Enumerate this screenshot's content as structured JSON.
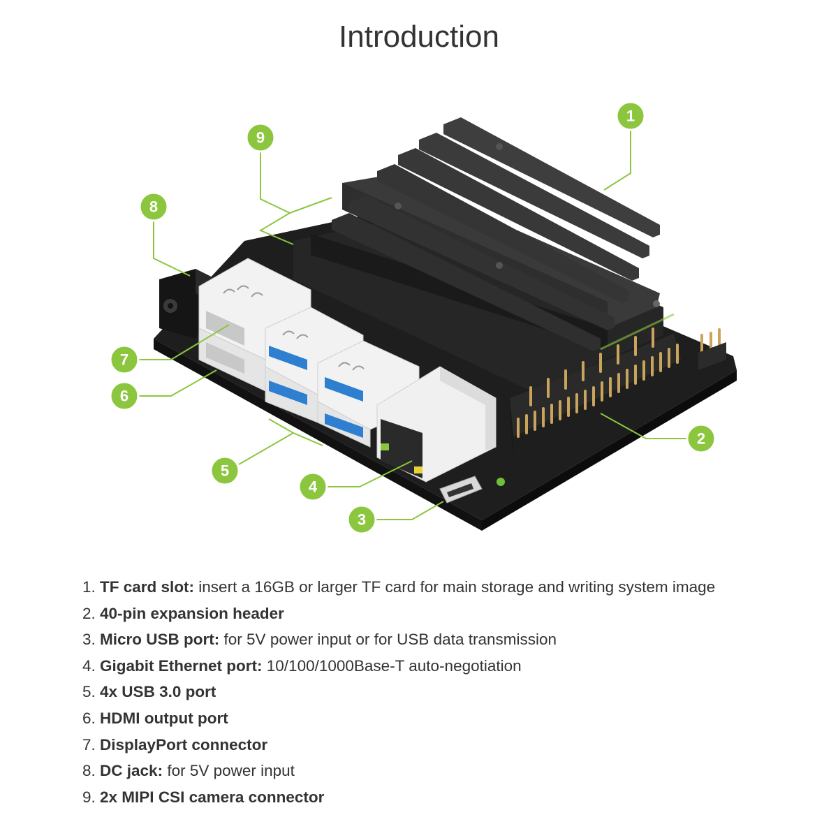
{
  "title": "Introduction",
  "callouts": [
    "1",
    "2",
    "3",
    "4",
    "5",
    "6",
    "7",
    "8",
    "9"
  ],
  "colors": {
    "accent": "#8cc63f",
    "heatsink": "#2c2c2c",
    "board": "#1e1e1e",
    "usb_blue": "#2f7fd1",
    "port_silver": "#e6e6e6"
  },
  "features": [
    {
      "num": "1.",
      "name": "TF card slot:",
      "desc": " insert a 16GB or larger TF card for main storage and writing system image"
    },
    {
      "num": "2.",
      "name": "40-pin expansion header",
      "desc": ""
    },
    {
      "num": "3.",
      "name": "Micro USB port:",
      "desc": " for 5V power input or for USB data transmission"
    },
    {
      "num": "4.",
      "name": "Gigabit Ethernet port:",
      "desc": " 10/100/1000Base-T auto-negotiation"
    },
    {
      "num": "5.",
      "name": "4x USB 3.0 port",
      "desc": ""
    },
    {
      "num": "6.",
      "name": "HDMI output port",
      "desc": ""
    },
    {
      "num": "7.",
      "name": "DisplayPort connector",
      "desc": ""
    },
    {
      "num": "8.",
      "name": "DC jack:",
      "desc": " for 5V power input"
    },
    {
      "num": "9.",
      "name": "2x MIPI CSI camera connector",
      "desc": ""
    }
  ]
}
